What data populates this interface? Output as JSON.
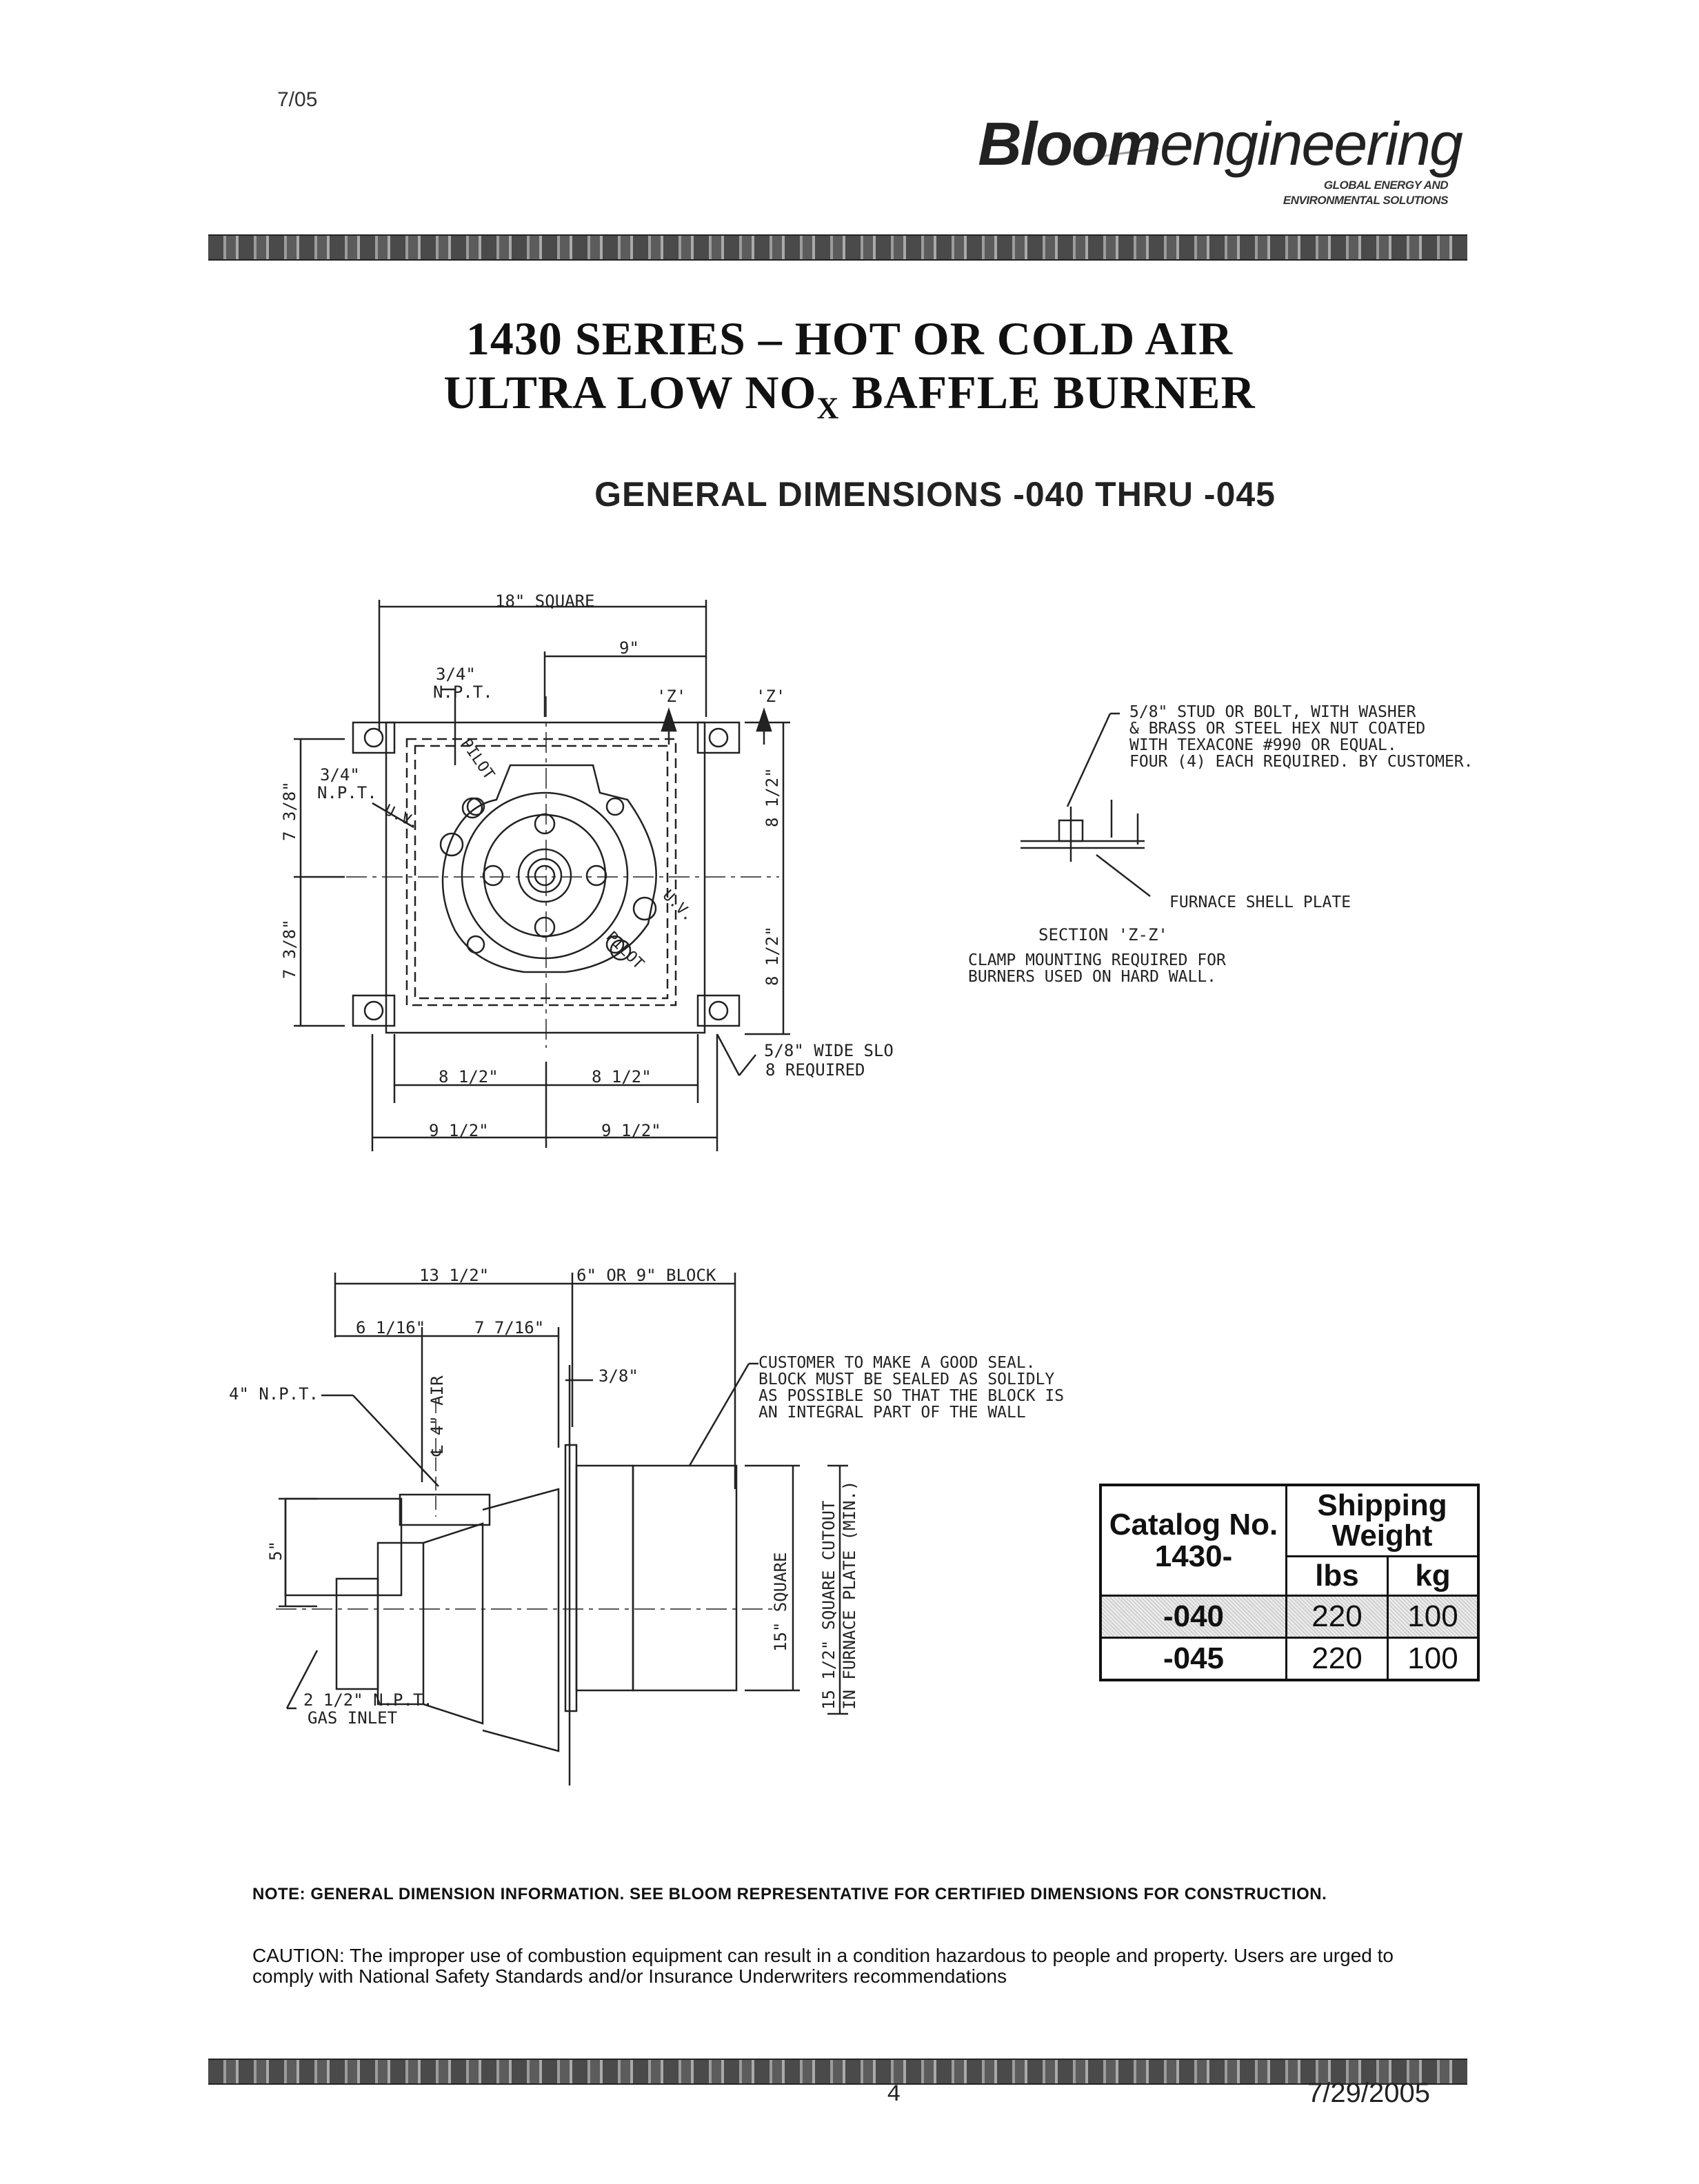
{
  "header": {
    "date_code": "7/05",
    "logo": {
      "brand_bold": "Bloom",
      "brand_light": "engineering",
      "tagline_1": "GLOBAL ENERGY AND",
      "tagline_2": "ENVIRONMENTAL SOLUTIONS"
    }
  },
  "title": {
    "line1": "1430 SERIES – HOT OR COLD AIR",
    "line2_pre": "ULTRA LOW NO",
    "line2_sub": "X",
    "line2_post": " BAFFLE BURNER",
    "subtitle": "GENERAL DIMENSIONS  -040 THRU -045"
  },
  "top_view": {
    "overall": "18\" SQUARE",
    "half": "9\"",
    "npt_top": "3/4\"",
    "npt_top_2": "N.P.T.",
    "npt_left": "3/4\"",
    "npt_left_2": "N.P.T.",
    "section_mark": "'Z'",
    "pilot": "PILOT",
    "uv": "U.V.",
    "dim_left_upper": "7 3/8\"",
    "dim_left_lower": "7 3/8\"",
    "dim_right_upper": "8 1/2\"",
    "dim_right_lower": "8 1/2\"",
    "dim_bottom_left_inner": "8 1/2\"",
    "dim_bottom_right_inner": "8 1/2\"",
    "dim_bottom_left_outer": "9 1/2\"",
    "dim_bottom_right_outer": "9 1/2\"",
    "slot_note_1": "5/8\" WIDE SLO",
    "slot_note_2": "8 REQUIRED"
  },
  "section_zz": {
    "note_1": "5/8\" STUD OR BOLT, WITH WASHER",
    "note_2": "& BRASS OR STEEL HEX NUT COATED",
    "note_3": "WITH TEXACONE #990 OR EQUAL.",
    "note_4": "FOUR (4) EACH REQUIRED. BY CUSTOMER.",
    "furnace_plate": "FURNACE SHELL PLATE",
    "title": "SECTION 'Z-Z'",
    "clamp_1": "CLAMP MOUNTING REQUIRED FOR",
    "clamp_2": "BURNERS USED ON HARD WALL."
  },
  "side_view": {
    "dim_overall": "13 1/2\"",
    "dim_block": "6\" OR 9\" BLOCK",
    "dim_a": "6 1/16\"",
    "dim_b": "7 7/16\"",
    "npt_air": "4\" N.P.T.",
    "air_cl": "℄ 4\" AIR",
    "dim_plate": "3/8\"",
    "seal_1": "CUSTOMER TO MAKE A GOOD SEAL.",
    "seal_2": "BLOCK MUST BE SEALED AS SOLIDLY",
    "seal_3": "AS POSSIBLE SO THAT THE BLOCK IS",
    "seal_4": "AN INTEGRAL PART OF THE WALL",
    "dim_5": "5\"",
    "square_15": "15\" SQUARE",
    "cutout_1": "15 1/2\" SQUARE CUTOUT",
    "cutout_2": "IN FURNACE PLATE (MIN.)",
    "gas_1": "2 1/2\" N.P.T.",
    "gas_2": "GAS INLET"
  },
  "weight_table": {
    "col_catalog_1": "Catalog No.",
    "col_catalog_2": "1430-",
    "col_shipping_1": "Shipping",
    "col_shipping_2": "Weight",
    "unit_lbs": "lbs",
    "unit_kg": "kg",
    "rows": [
      {
        "catalog": "-040",
        "lbs": "220",
        "kg": "100"
      },
      {
        "catalog": "-045",
        "lbs": "220",
        "kg": "100"
      }
    ]
  },
  "footer": {
    "note": "NOTE:  GENERAL DIMENSION INFORMATION.  SEE BLOOM REPRESENTATIVE FOR CERTIFIED DIMENSIONS FOR CONSTRUCTION.",
    "caution": "CAUTION:  The improper use of combustion equipment can result in a condition hazardous to people and property.  Users are urged to comply with National Safety Standards and/or Insurance Underwriters recommendations",
    "page_number": "4",
    "print_date": "7/29/2005"
  }
}
